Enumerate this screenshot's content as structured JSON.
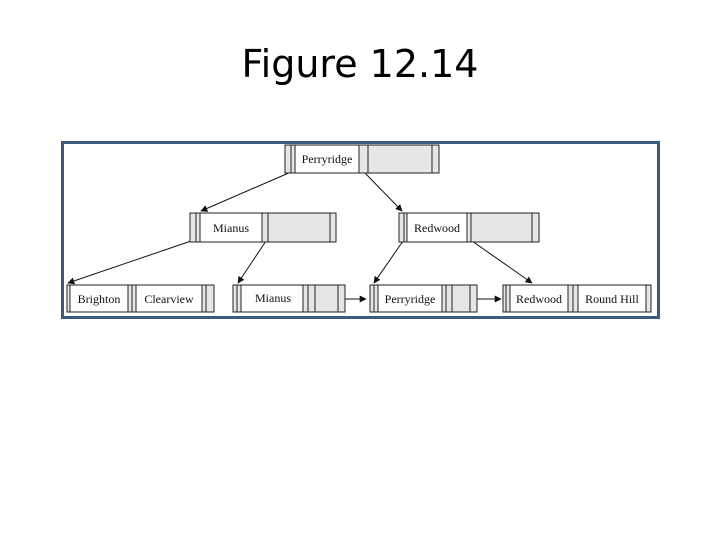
{
  "slide": {
    "title": "Figure 12.14"
  },
  "tree": {
    "root": {
      "keys": [
        "Perryridge",
        ""
      ]
    },
    "internal": [
      {
        "keys": [
          "Mianus",
          ""
        ]
      },
      {
        "keys": [
          "Redwood",
          ""
        ]
      }
    ],
    "leaves": [
      {
        "keys": [
          "Brighton",
          "Clearview"
        ]
      },
      {
        "keys": [
          "Mianus",
          ""
        ]
      },
      {
        "keys": [
          "Perryridge",
          ""
        ]
      },
      {
        "keys": [
          "Redwood",
          "Round Hill"
        ]
      }
    ]
  }
}
